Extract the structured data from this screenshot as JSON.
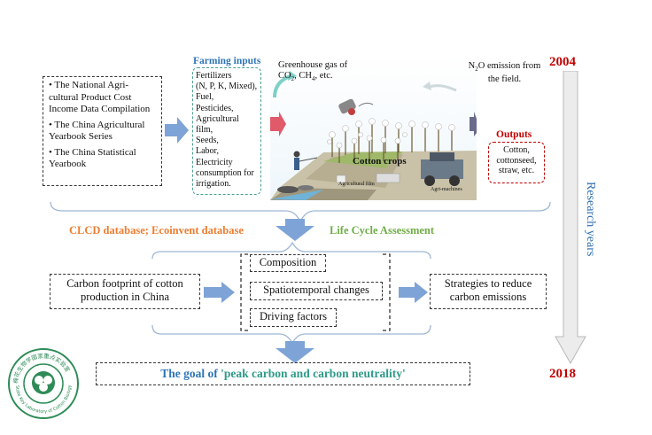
{
  "sources": {
    "items": [
      "• The National Agri-cultural Product Cost Income Data Compilation",
      "• The China Agricultural Yearbook Series",
      "• The China Statistical Yearbook"
    ]
  },
  "farming_inputs": {
    "title": "Farming inputs",
    "items": [
      "Fertilizers",
      "(N, P, K, Mixed),",
      "Fuel,",
      "Pesticides,",
      "Agricultural film,",
      "Seeds,",
      "Labor,",
      "Electricity consumption for irrigation."
    ]
  },
  "photo": {
    "ghg_line1": "Greenhouse gas of",
    "ghg_co2": "CO",
    "ghg_sub2": "2",
    "ghg_ch4": ", CH",
    "ghg_sub4": "4",
    "ghg_etc": ", etc.",
    "n2o_n": "N",
    "n2o_sub": "2",
    "n2o_rest": "O emission from",
    "n2o_line2": "the field.",
    "cotton_crops": "Cotton crops",
    "agri_film": "Agricultural film",
    "agri_machines": "Agri-machines"
  },
  "outputs": {
    "title": "Outputs",
    "text": "Cotton, cottonseed, straw, etc."
  },
  "years": {
    "start": "2004",
    "end": "2018"
  },
  "research_years": "Research years",
  "databases": "CLCD database; Ecoinvent database",
  "lca": "Life Cycle Assessment",
  "carbon_footprint": "Carbon footprint of cotton production in China",
  "analysis": {
    "composition": "Composition",
    "spatiotemporal": "Spatiotemporal changes",
    "driving": "Driving factors"
  },
  "strategies": "Strategies to reduce carbon emissions",
  "goal": {
    "prefix": "The goal of ",
    "quoted": "'peak carbon and carbon neutrality'"
  },
  "logo": {
    "chinese": "棉花生物学国家重点实验室",
    "english": "State Key Laboratory of Cotton Biology"
  },
  "colors": {
    "arrow_blue": "#7EA3D6",
    "red": "#C00000",
    "blue_text": "#2E75B6",
    "orange": "#ED7D31",
    "green": "#70AD47",
    "teal": "#2F9A88"
  }
}
